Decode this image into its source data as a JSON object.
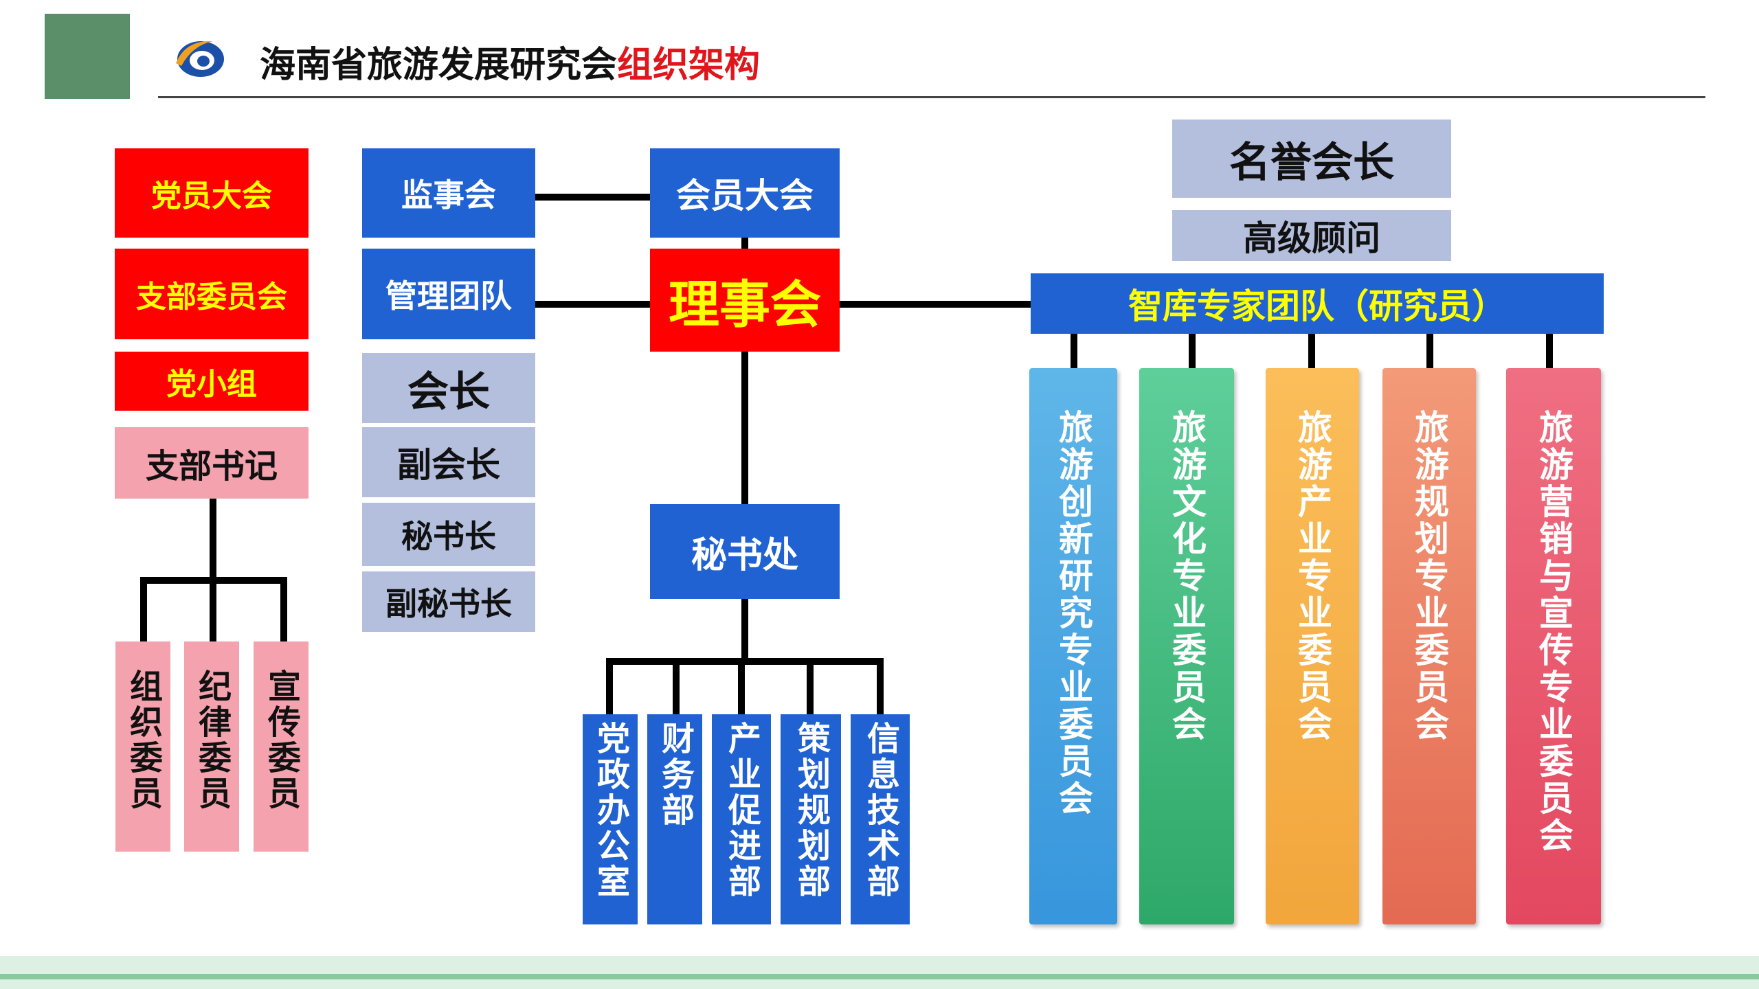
{
  "header": {
    "title_main": "海南省旅游发展研究会",
    "title_accent": "组织架构"
  },
  "colors": {
    "red": "#fe0000",
    "yellow": "#ffff00",
    "blue": "#2062d1",
    "lavender": "#b4bedd",
    "pink": "#f4a3ae",
    "green_square": "#5a8f6a",
    "footer_green": "#dcf0e3"
  },
  "party": {
    "items": [
      "党员大会",
      "支部委员会",
      "党小组"
    ],
    "secretary": "支部书记",
    "members": [
      "组织委员",
      "纪律委员",
      "宣传委员"
    ]
  },
  "supervisory": "监事会",
  "management": "管理团队",
  "leaders": [
    "会长",
    "副会长",
    "秘书长",
    "副秘书长"
  ],
  "assembly": "会员大会",
  "council": "理事会",
  "secretariat": "秘书处",
  "departments": [
    "党政办公室",
    "财务部",
    "产业促进部",
    "策划规划部",
    "信息技术部"
  ],
  "honorary": "名誉会长",
  "advisor": "高级顾问",
  "think_tank": "智库专家团队（研究员）",
  "committees": [
    "旅游创新研究专业委员会",
    "旅游文化专业委员会",
    "旅游产业专业委员会",
    "旅游规划专业委员会",
    "旅游营销与宣传专业委员会"
  ]
}
